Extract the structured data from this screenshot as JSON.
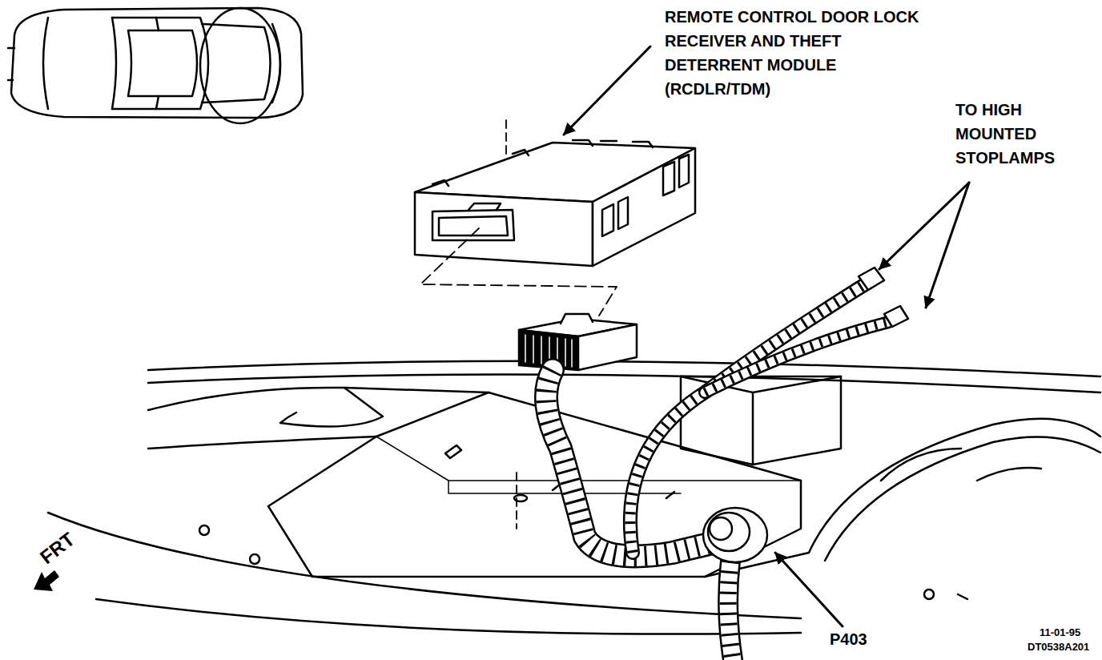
{
  "diagram": {
    "labels": [
      "REMOTE CONTROL DOOR LOCK RECEIVER AND THEFT DETERRENT MODULE (RCDLR/TDM)",
      "TO HIGH MOUNTED STOPLAMPS",
      "P403",
      "FRT",
      "11-01-95",
      "DT0538A201"
    ]
  }
}
